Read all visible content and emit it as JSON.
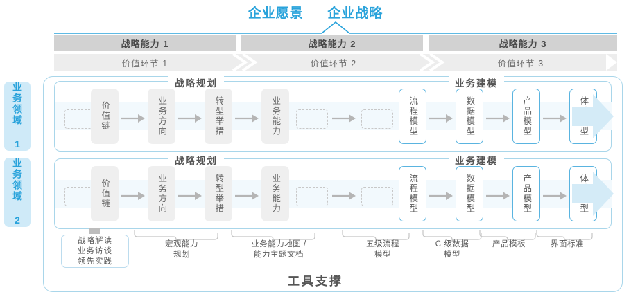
{
  "header": {
    "title_left": "企业愿景",
    "title_right": "企业战略"
  },
  "capabilities": [
    {
      "label": "战略能力 1"
    },
    {
      "label": "战略能力 2"
    },
    {
      "label": "战略能力 3"
    }
  ],
  "value_chain": [
    {
      "label": "价值环节 1"
    },
    {
      "label": "价值环节 2"
    },
    {
      "label": "价值环节 3"
    }
  ],
  "side_labels": [
    {
      "label": "业务领域 1"
    },
    {
      "label": "业务领域 2"
    }
  ],
  "rows": [
    {
      "section_left": "战略规划",
      "section_right": "业务建模",
      "nodes_left": [
        "价值链",
        "业务方向",
        "转型举措",
        "业务能力"
      ],
      "nodes_right": [
        "流程模型",
        "数据模型",
        "产品模型",
        "体验模型"
      ]
    },
    {
      "section_left": "战略规划",
      "section_right": "业务建模",
      "nodes_left": [
        "价值链",
        "业务方向",
        "转型举措",
        "业务能力"
      ],
      "nodes_right": [
        "流程模型",
        "数据模型",
        "产品模型",
        "体验模型"
      ]
    }
  ],
  "tools": {
    "box_lines": [
      "战略解读",
      "业务访谈",
      "领先实践"
    ],
    "labels": [
      {
        "line1": "宏观能力",
        "line2": "规划"
      },
      {
        "line1": "业务能力地图 /",
        "line2": "能力主题文档"
      },
      {
        "line1": "五级流程",
        "line2": "模型"
      },
      {
        "line1": "C 级数据",
        "line2": "模型"
      },
      {
        "line1": "产品模板",
        "line2": ""
      },
      {
        "line1": "界面标准",
        "line2": ""
      }
    ]
  },
  "footer": {
    "label": "工具支撑"
  },
  "colors": {
    "accent": "#2aa3db",
    "node_blue_border": "#5ab4e0",
    "bar_gray": "#d2d2d2",
    "value_gray": "#ededed",
    "side_bg": "#cfeaf8"
  }
}
